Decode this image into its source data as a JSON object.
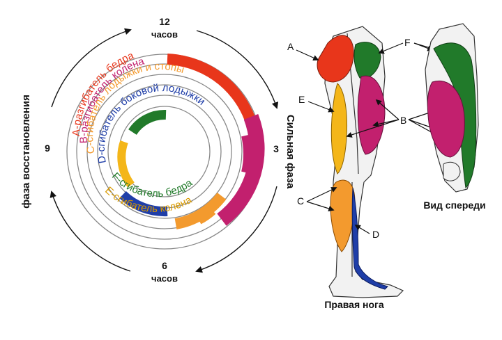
{
  "clock": {
    "twelve_num": "12",
    "twelve_word": "часов",
    "three": "3",
    "six_num": "6",
    "six_word": "часов",
    "nine": "9",
    "power_phase": "Сильная фаза",
    "recovery_phase": "фаза восстановления"
  },
  "rings": {
    "a": "A-разгибатель бедра",
    "b": "B-разгибатель колена",
    "c": "C-сгибатель лодыжки и стопы",
    "d": "D-сгибатель боковой лодыжки",
    "e": "E-сгибатель колена",
    "f": "F-сгибатель бедра"
  },
  "leg": {
    "letters": [
      "A",
      "E",
      "C",
      "D",
      "B",
      "F"
    ],
    "right_leg_caption": "Правая нога",
    "front_view_caption": "Вид спереди"
  },
  "colors": {
    "a": "#e8361b",
    "b": "#c2206e",
    "c": "#f39a2e",
    "d": "#1f3ea8",
    "e": "#f4b619",
    "f": "#217a2a"
  }
}
